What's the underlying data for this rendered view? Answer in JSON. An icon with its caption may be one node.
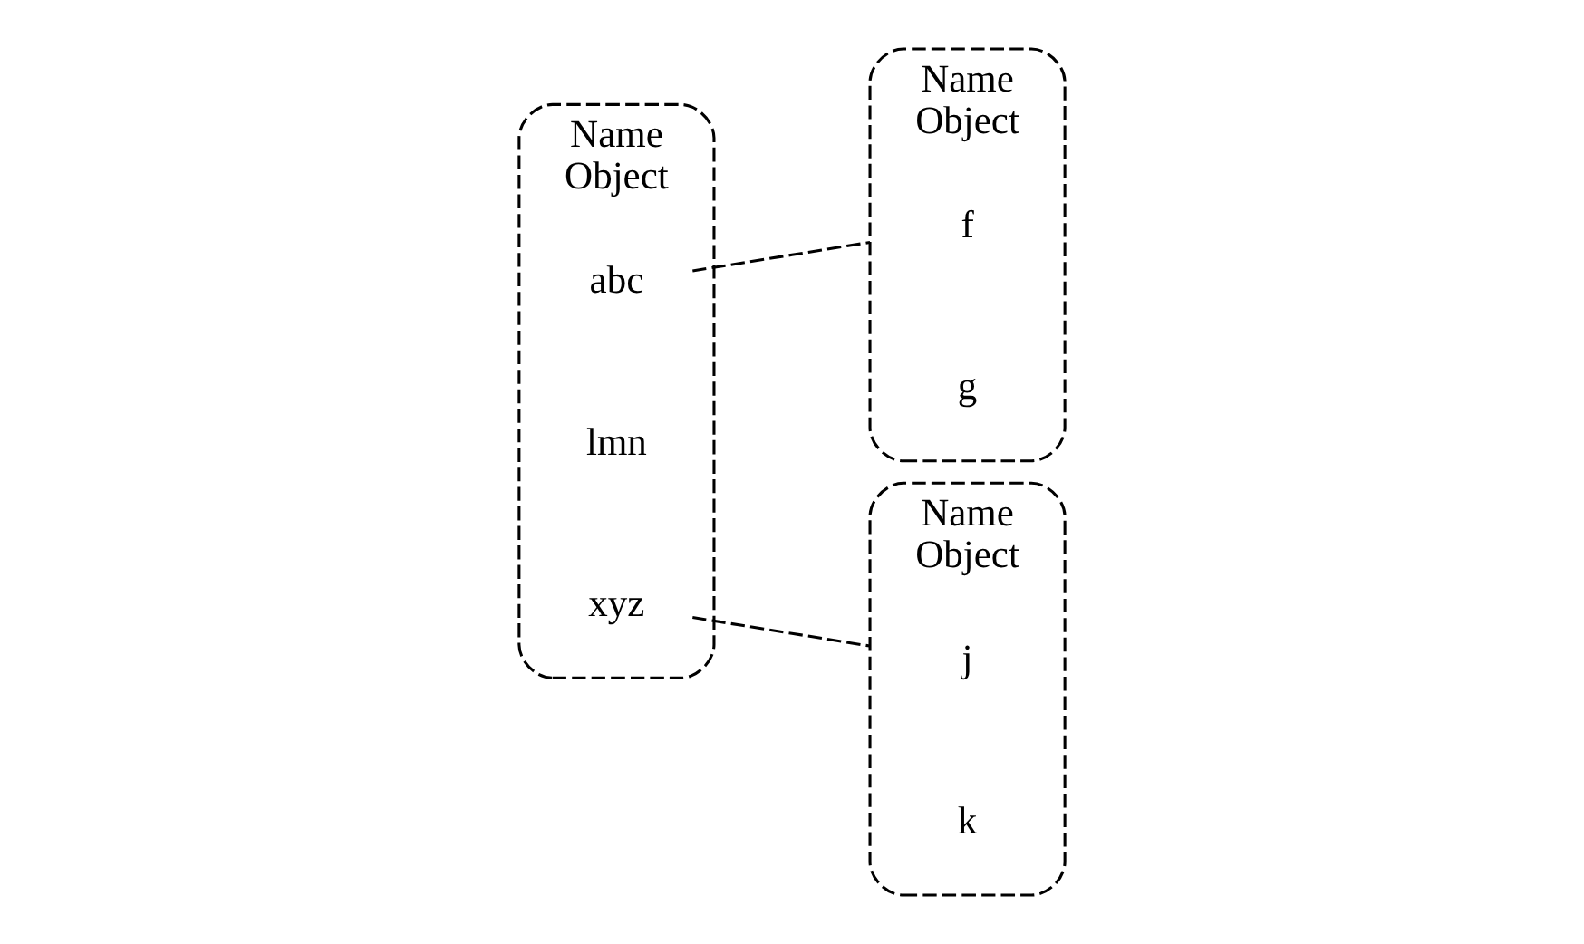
{
  "diagram": {
    "nodes": [
      {
        "text": [
          "Name",
          "Object"
        ]
      },
      {
        "text": [
          "abc"
        ],
        "in": 0
      },
      {
        "text": [
          "lmn"
        ],
        "in": 0
      },
      {
        "text": [
          "xyz"
        ],
        "in": 0
      },
      {
        "text": [
          "Name",
          "Object"
        ]
      },
      {
        "text": [
          "f"
        ],
        "in": 4
      },
      {
        "text": [
          "g"
        ],
        "in": 4
      },
      {
        "text": [
          "Name",
          "Object"
        ]
      },
      {
        "text": [
          "j"
        ],
        "in": 7
      },
      {
        "text": [
          "k"
        ],
        "in": 7
      }
    ],
    "edges": [
      {
        "from": 1,
        "to": 4,
        "arrow": "none",
        "style": "dashed"
      },
      {
        "from": 3,
        "to": 7,
        "arrow": "none",
        "style": "dashed"
      }
    ]
  }
}
